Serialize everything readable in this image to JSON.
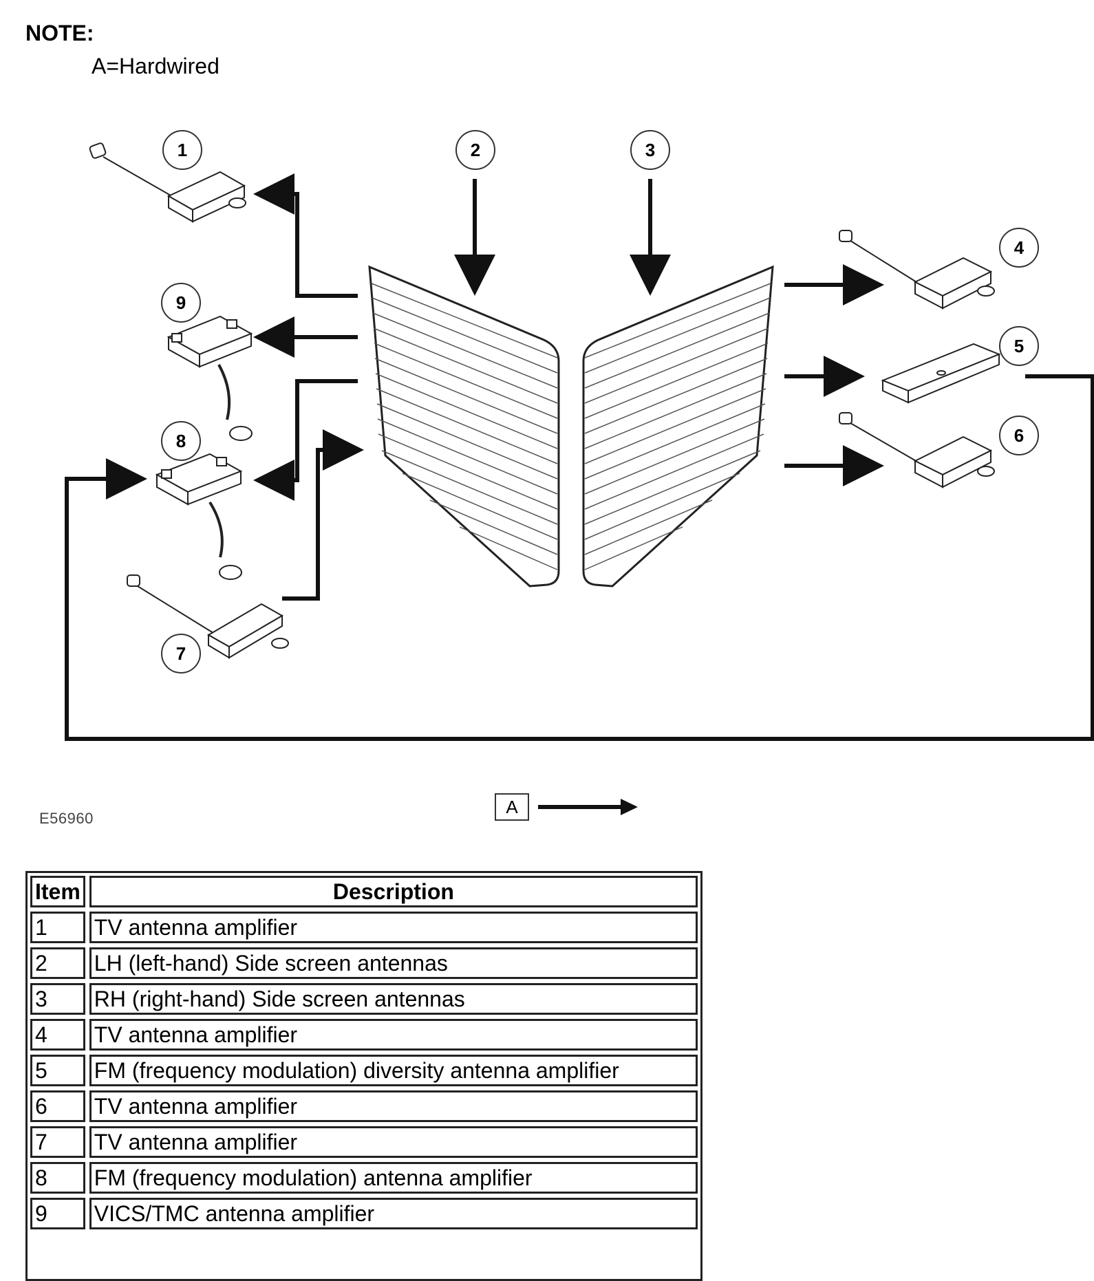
{
  "note": {
    "heading": "NOTE:",
    "text": "A=Hardwired"
  },
  "figure_id": "E56960",
  "legend": {
    "label": "A"
  },
  "callouts": [
    "1",
    "2",
    "3",
    "4",
    "5",
    "6",
    "7",
    "8",
    "9"
  ],
  "table": {
    "headers": [
      "Item",
      "Description"
    ],
    "rows": [
      {
        "item": "1",
        "description": "TV antenna amplifier"
      },
      {
        "item": "2",
        "description": "LH (left-hand) Side screen antennas"
      },
      {
        "item": "3",
        "description": "RH (right-hand) Side screen antennas"
      },
      {
        "item": "4",
        "description": "TV antenna amplifier"
      },
      {
        "item": "5",
        "description": "FM (frequency modulation) diversity antenna amplifier"
      },
      {
        "item": "6",
        "description": "TV antenna amplifier"
      },
      {
        "item": "7",
        "description": "TV antenna amplifier"
      },
      {
        "item": "8",
        "description": "FM (frequency modulation) antenna amplifier"
      },
      {
        "item": "9",
        "description": "VICS/TMC antenna amplifier"
      }
    ]
  }
}
